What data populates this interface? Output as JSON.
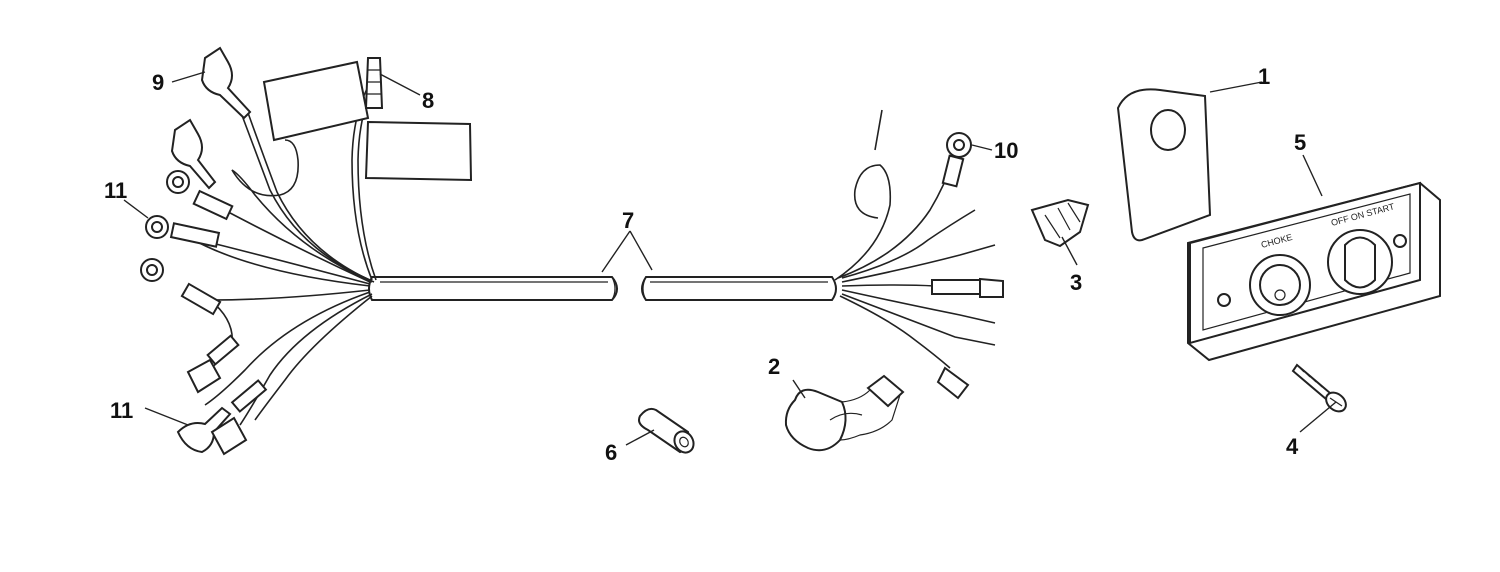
{
  "callouts": [
    {
      "id": "c1",
      "text": "1"
    },
    {
      "id": "c2",
      "text": "2"
    },
    {
      "id": "c3",
      "text": "3"
    },
    {
      "id": "c4",
      "text": "4"
    },
    {
      "id": "c5",
      "text": "5"
    },
    {
      "id": "c6",
      "text": "6"
    },
    {
      "id": "c7",
      "text": "7"
    },
    {
      "id": "c8",
      "text": "8"
    },
    {
      "id": "c9",
      "text": "9"
    },
    {
      "id": "c10",
      "text": "10"
    },
    {
      "id": "c11a",
      "text": "11"
    },
    {
      "id": "c11b",
      "text": "11"
    }
  ],
  "panel": {
    "choke_label": "CHOKE",
    "switch_label": "OFF ON START"
  }
}
